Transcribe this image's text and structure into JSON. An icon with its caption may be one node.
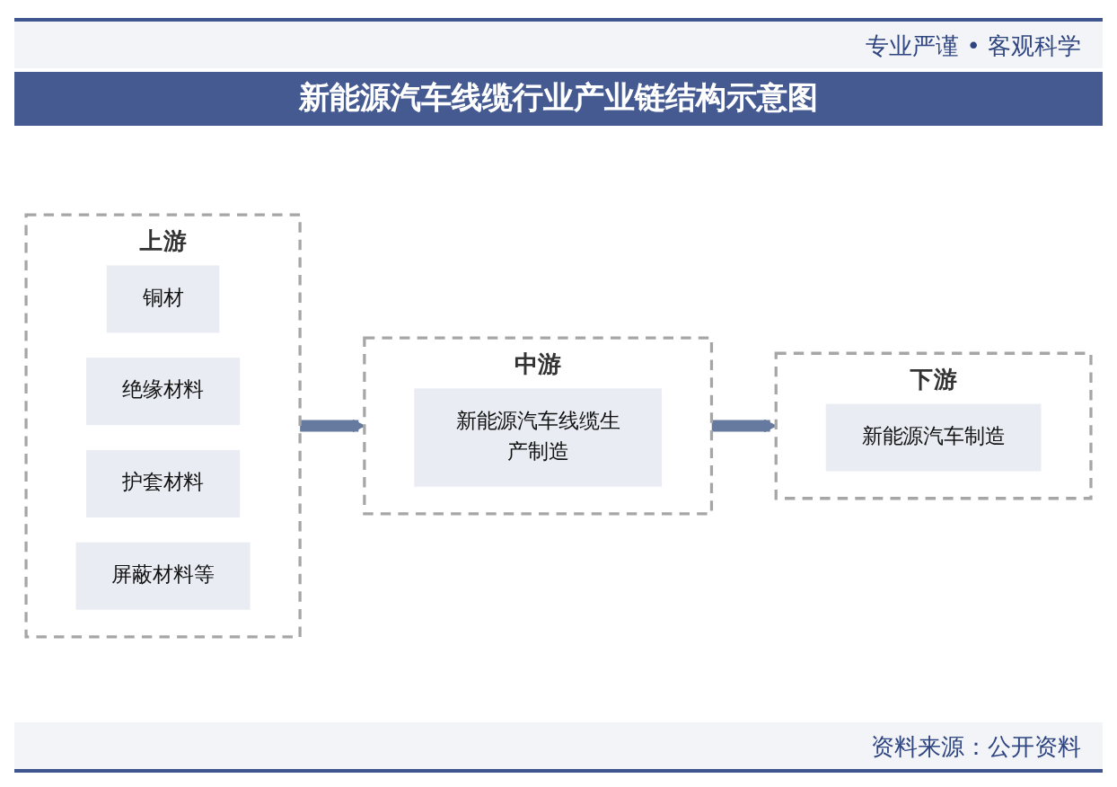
{
  "diagram": {
    "title": "新能源汽车线缆行业产业链结构示意图",
    "nodes": [
      {
        "text": [
          "上游"
        ]
      },
      {
        "text": [
          "铜材"
        ],
        "in": 0
      },
      {
        "text": [
          "绝缘材料"
        ],
        "in": 0
      },
      {
        "text": [
          "护套材料"
        ],
        "in": 0
      },
      {
        "text": [
          "屏蔽材料等"
        ],
        "in": 0
      },
      {
        "text": [
          "中游"
        ]
      },
      {
        "text": [
          "新能源汽车线缆生产制造"
        ],
        "in": 5
      },
      {
        "text": [
          "下游"
        ]
      },
      {
        "text": [
          "新能源汽车制造"
        ],
        "in": 7
      }
    ],
    "edges": [
      {
        "from": 0,
        "to": 5,
        "arrow": "to"
      },
      {
        "from": 5,
        "to": 7,
        "arrow": "to"
      }
    ],
    "labels": [
      "专业严谨 • 客观科学",
      "资料来源：公开资料"
    ]
  }
}
